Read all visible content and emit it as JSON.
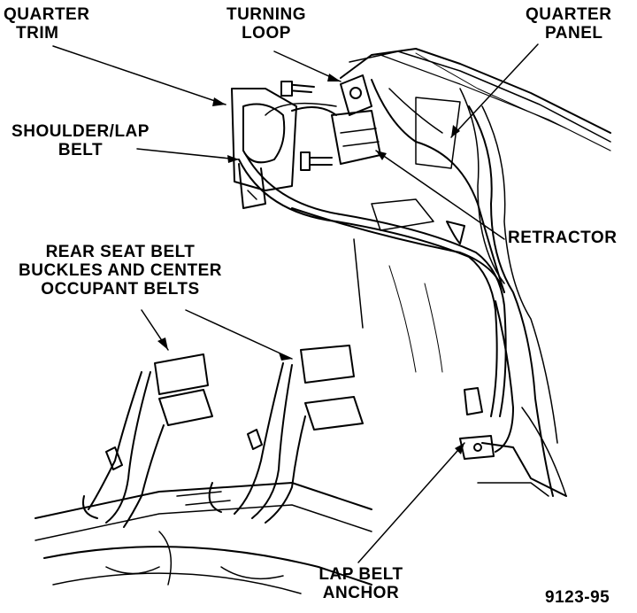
{
  "labels": {
    "quarter_trim": [
      "QUARTER",
      "TRIM"
    ],
    "turning_loop": [
      "TURNING",
      "LOOP"
    ],
    "quarter_panel": [
      "QUARTER",
      "PANEL"
    ],
    "shoulder_lap_belt": [
      "SHOULDER/LAP",
      "BELT"
    ],
    "retractor": "RETRACTOR",
    "rear_seat_belt": [
      "REAR SEAT BELT",
      "BUCKLES AND CENTER",
      "OCCUPANT BELTS"
    ],
    "lap_belt_anchor": [
      "LAP BELT",
      "ANCHOR"
    ],
    "figure_id": "9123-95"
  },
  "colors": {
    "ink": "#000000",
    "paper": "#ffffff"
  }
}
